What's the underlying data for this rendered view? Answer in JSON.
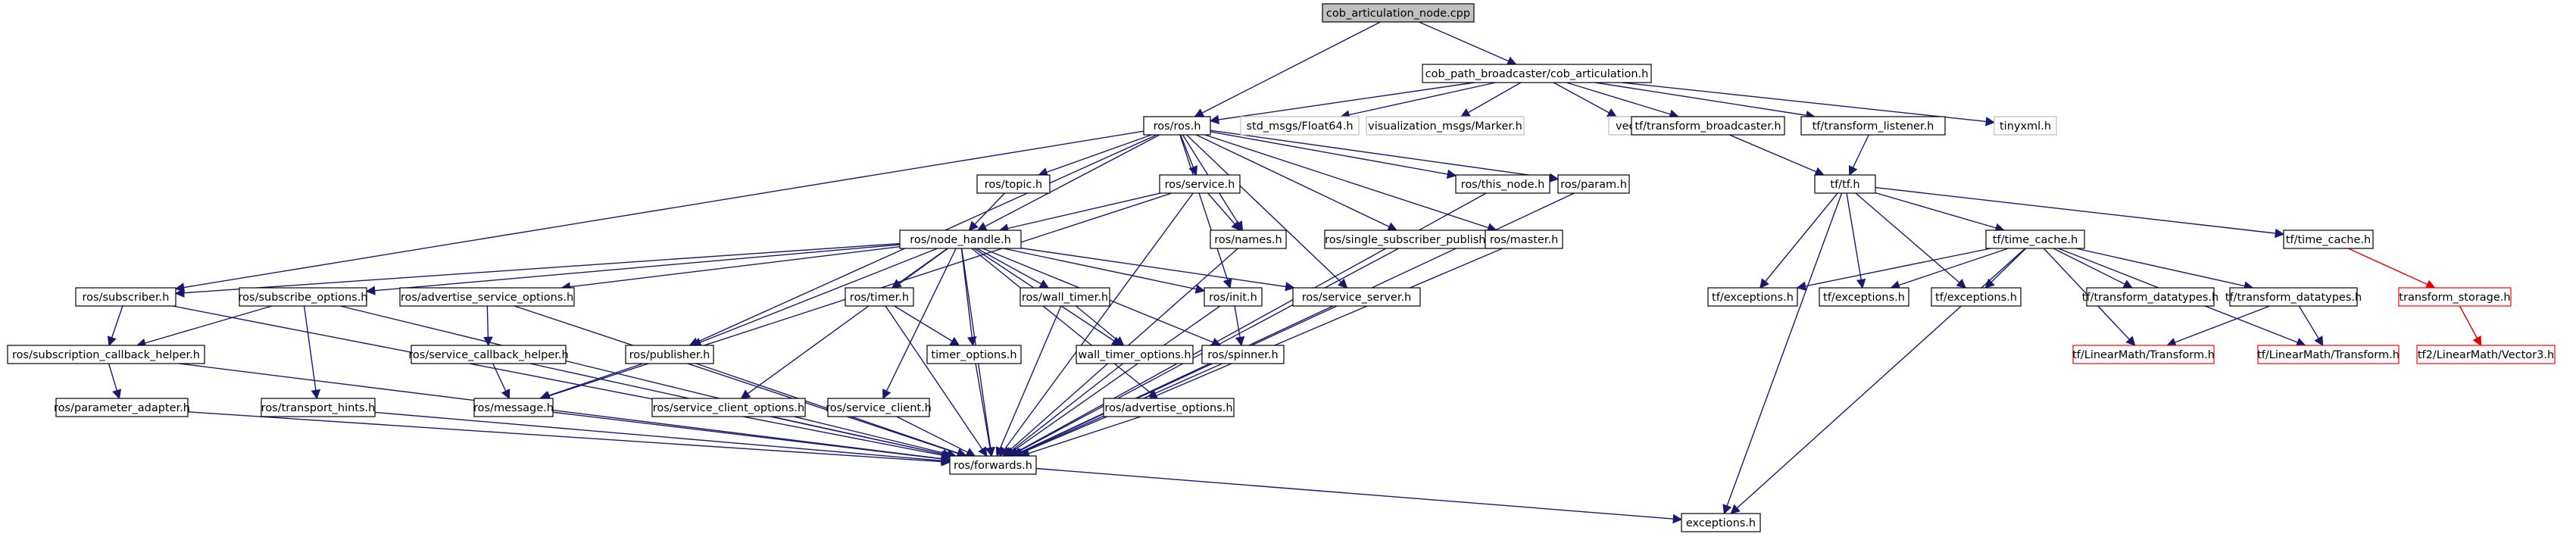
{
  "colors": {
    "edge": "#191970",
    "edge_red": "#e00000",
    "border": "#000000",
    "border_gray": "#bfbfbf",
    "border_red": "#ff0000",
    "text": "#000000",
    "root_fill": "#bfbfbf"
  },
  "nodes": [
    {
      "id": "root",
      "label": "cob_articulation_node.cpp",
      "style": "root"
    },
    {
      "id": "cob_art_h",
      "label": "cob_path_broadcaster/cob_articulation.h",
      "style": "normal"
    },
    {
      "id": "ros_ros",
      "label": "ros/ros.h",
      "style": "normal"
    },
    {
      "id": "float64",
      "label": "std_msgs/Float64.h",
      "style": "gray"
    },
    {
      "id": "marker",
      "label": "visualization_msgs/Marker.h",
      "style": "gray"
    },
    {
      "id": "vector",
      "label": "vector",
      "style": "gray"
    },
    {
      "id": "tf_bcast",
      "label": "tf/transform_broadcaster.h",
      "style": "normal"
    },
    {
      "id": "tf_listen",
      "label": "tf/transform_listener.h",
      "style": "normal"
    },
    {
      "id": "tinyxml",
      "label": "tinyxml.h",
      "style": "gray"
    },
    {
      "id": "ros_topic",
      "label": "ros/topic.h",
      "style": "normal"
    },
    {
      "id": "ros_service",
      "label": "ros/service.h",
      "style": "normal"
    },
    {
      "id": "ros_this_node",
      "label": "ros/this_node.h",
      "style": "normal"
    },
    {
      "id": "ros_param",
      "label": "ros/param.h",
      "style": "normal"
    },
    {
      "id": "tf_tf",
      "label": "tf/tf.h",
      "style": "normal"
    },
    {
      "id": "ros_node_handle",
      "label": "ros/node_handle.h",
      "style": "normal"
    },
    {
      "id": "ros_names",
      "label": "ros/names.h",
      "style": "normal"
    },
    {
      "id": "ros_ssp",
      "label": "ros/single_subscriber_publisher.h",
      "style": "normal"
    },
    {
      "id": "ros_master",
      "label": "ros/master.h",
      "style": "normal"
    },
    {
      "id": "tf_time_cache",
      "label": "tf/time_cache.h",
      "style": "normal"
    },
    {
      "id": "time_cache_h",
      "label": "tf/time_cache.h",
      "style": "normal"
    },
    {
      "id": "ros_subscriber",
      "label": "ros/subscriber.h",
      "style": "normal"
    },
    {
      "id": "ros_sub_opts",
      "label": "ros/subscribe_options.h",
      "style": "normal"
    },
    {
      "id": "ros_adv_srv_opts",
      "label": "ros/advertise_service_options.h",
      "style": "normal"
    },
    {
      "id": "ros_timer",
      "label": "ros/timer.h",
      "style": "normal"
    },
    {
      "id": "ros_wall_timer",
      "label": "ros/wall_timer.h",
      "style": "normal"
    },
    {
      "id": "ros_init",
      "label": "ros/init.h",
      "style": "normal"
    },
    {
      "id": "ros_srv_server",
      "label": "ros/service_server.h",
      "style": "normal"
    },
    {
      "id": "tf_exc1",
      "label": "tf/exceptions.h",
      "style": "normal"
    },
    {
      "id": "tf_exc2",
      "label": "tf/exceptions.h",
      "style": "normal"
    },
    {
      "id": "tf_exc3",
      "label": "tf/exceptions.h",
      "style": "normal"
    },
    {
      "id": "tf_tdt1",
      "label": "tf/transform_datatypes.h",
      "style": "normal"
    },
    {
      "id": "tf_tdt2",
      "label": "tf/transform_datatypes.h",
      "style": "normal"
    },
    {
      "id": "transform_storage",
      "label": "transform_storage.h",
      "style": "red"
    },
    {
      "id": "ros_sub_cb_helper",
      "label": "ros/subscription_callback_helper.h",
      "style": "normal"
    },
    {
      "id": "ros_transport_hints",
      "label": "ros/transport_hints.h",
      "style": "normal"
    },
    {
      "id": "ros_srv_cb_helper",
      "label": "ros/service_callback_helper.h",
      "style": "normal"
    },
    {
      "id": "ros_publisher",
      "label": "ros/publisher.h",
      "style": "normal"
    },
    {
      "id": "timer_options",
      "label": "timer_options.h",
      "style": "normal"
    },
    {
      "id": "wall_timer_options",
      "label": "wall_timer_options.h",
      "style": "normal"
    },
    {
      "id": "ros_spinner",
      "label": "ros/spinner.h",
      "style": "normal"
    },
    {
      "id": "lm_transform1",
      "label": "tf/LinearMath/Transform.h",
      "style": "red"
    },
    {
      "id": "lm_transform2",
      "label": "tf/LinearMath/Transform.h",
      "style": "red"
    },
    {
      "id": "tf2_vector3",
      "label": "tf2/LinearMath/Vector3.h",
      "style": "red"
    },
    {
      "id": "ros_param_adapter",
      "label": "ros/parameter_adapter.h",
      "style": "normal"
    },
    {
      "id": "ros_message",
      "label": "ros/message.h",
      "style": "normal"
    },
    {
      "id": "ros_srv_client_opts",
      "label": "ros/service_client_options.h",
      "style": "normal"
    },
    {
      "id": "ros_srv_client",
      "label": "ros/service_client.h",
      "style": "normal"
    },
    {
      "id": "ros_adv_opts",
      "label": "ros/advertise_options.h",
      "style": "normal"
    },
    {
      "id": "ros_forwards",
      "label": "ros/forwards.h",
      "style": "normal"
    },
    {
      "id": "exceptions_h",
      "label": "exceptions.h",
      "style": "normal"
    }
  ],
  "edges": [
    [
      "root",
      "cob_art_h"
    ],
    [
      "root",
      "ros_ros"
    ],
    [
      "cob_art_h",
      "ros_ros"
    ],
    [
      "cob_art_h",
      "float64"
    ],
    [
      "cob_art_h",
      "marker"
    ],
    [
      "cob_art_h",
      "vector"
    ],
    [
      "cob_art_h",
      "tf_bcast"
    ],
    [
      "cob_art_h",
      "tf_listen"
    ],
    [
      "cob_art_h",
      "tinyxml"
    ],
    [
      "ros_ros",
      "ros_topic"
    ],
    [
      "ros_ros",
      "ros_service"
    ],
    [
      "ros_ros",
      "ros_this_node"
    ],
    [
      "ros_ros",
      "ros_param"
    ],
    [
      "ros_ros",
      "ros_node_handle"
    ],
    [
      "ros_ros",
      "ros_names"
    ],
    [
      "ros_ros",
      "ros_ssp"
    ],
    [
      "ros_ros",
      "ros_master"
    ],
    [
      "ros_ros",
      "ros_subscriber"
    ],
    [
      "ros_ros",
      "ros_publisher"
    ],
    [
      "ros_ros",
      "ros_init"
    ],
    [
      "ros_ros",
      "ros_srv_server"
    ],
    [
      "tf_bcast",
      "tf_tf"
    ],
    [
      "tf_listen",
      "tf_tf"
    ],
    [
      "ros_topic",
      "ros_node_handle"
    ],
    [
      "ros_service",
      "ros_node_handle"
    ],
    [
      "ros_service",
      "ros_names"
    ],
    [
      "ros_service",
      "ros_message"
    ],
    [
      "ros_service",
      "ros_forwards"
    ],
    [
      "ros_this_node",
      "ros_forwards"
    ],
    [
      "ros_param",
      "ros_forwards"
    ],
    [
      "tf_tf",
      "tf_exc1"
    ],
    [
      "tf_tf",
      "tf_exc2"
    ],
    [
      "tf_tf",
      "tf_exc3"
    ],
    [
      "tf_tf",
      "tf_time_cache"
    ],
    [
      "tf_tf",
      "time_cache_h"
    ],
    [
      "tf_tf",
      "exceptions_h"
    ],
    [
      "ros_node_handle",
      "ros_subscriber"
    ],
    [
      "ros_node_handle",
      "ros_sub_opts"
    ],
    [
      "ros_node_handle",
      "ros_adv_srv_opts"
    ],
    [
      "ros_node_handle",
      "ros_timer"
    ],
    [
      "ros_node_handle",
      "ros_wall_timer"
    ],
    [
      "ros_node_handle",
      "ros_init"
    ],
    [
      "ros_node_handle",
      "ros_srv_server"
    ],
    [
      "ros_node_handle",
      "ros_publisher"
    ],
    [
      "ros_node_handle",
      "timer_options"
    ],
    [
      "ros_node_handle",
      "wall_timer_options"
    ],
    [
      "ros_node_handle",
      "ros_spinner"
    ],
    [
      "ros_node_handle",
      "ros_srv_client_opts"
    ],
    [
      "ros_node_handle",
      "ros_srv_client"
    ],
    [
      "ros_node_handle",
      "ros_adv_opts"
    ],
    [
      "ros_node_handle",
      "ros_forwards"
    ],
    [
      "ros_names",
      "ros_forwards"
    ],
    [
      "ros_ssp",
      "ros_forwards"
    ],
    [
      "ros_master",
      "ros_forwards"
    ],
    [
      "tf_time_cache",
      "tf_exc1"
    ],
    [
      "tf_time_cache",
      "tf_exc2"
    ],
    [
      "tf_time_cache",
      "tf_exc3"
    ],
    [
      "tf_time_cache",
      "tf_tdt1"
    ],
    [
      "tf_time_cache",
      "tf_tdt2"
    ],
    [
      "tf_time_cache",
      "lm_transform1"
    ],
    [
      "tf_time_cache",
      "lm_transform2"
    ],
    [
      "tf_time_cache",
      "exceptions_h"
    ],
    [
      "time_cache_h",
      "transform_storage"
    ],
    [
      "ros_subscriber",
      "ros_sub_cb_helper"
    ],
    [
      "ros_subscriber",
      "ros_forwards"
    ],
    [
      "ros_sub_opts",
      "ros_sub_cb_helper"
    ],
    [
      "ros_sub_opts",
      "ros_transport_hints"
    ],
    [
      "ros_sub_opts",
      "ros_forwards"
    ],
    [
      "ros_adv_srv_opts",
      "ros_srv_cb_helper"
    ],
    [
      "ros_adv_srv_opts",
      "ros_forwards"
    ],
    [
      "ros_timer",
      "timer_options"
    ],
    [
      "ros_timer",
      "ros_forwards"
    ],
    [
      "ros_wall_timer",
      "wall_timer_options"
    ],
    [
      "ros_wall_timer",
      "ros_forwards"
    ],
    [
      "ros_init",
      "ros_spinner"
    ],
    [
      "ros_init",
      "ros_forwards"
    ],
    [
      "ros_srv_server",
      "ros_forwards"
    ],
    [
      "tf_tdt2",
      "lm_transform1"
    ],
    [
      "tf_tdt2",
      "lm_transform2"
    ],
    [
      "transform_storage",
      "tf2_vector3"
    ],
    [
      "ros_sub_cb_helper",
      "ros_param_adapter"
    ],
    [
      "ros_sub_cb_helper",
      "ros_forwards"
    ],
    [
      "ros_transport_hints",
      "ros_forwards"
    ],
    [
      "ros_srv_cb_helper",
      "ros_message"
    ],
    [
      "ros_srv_cb_helper",
      "ros_forwards"
    ],
    [
      "ros_publisher",
      "ros_message"
    ],
    [
      "ros_publisher",
      "ros_forwards"
    ],
    [
      "timer_options",
      "ros_forwards"
    ],
    [
      "wall_timer_options",
      "ros_forwards"
    ],
    [
      "ros_spinner",
      "ros_forwards"
    ],
    [
      "ros_param_adapter",
      "ros_forwards"
    ],
    [
      "ros_message",
      "ros_forwards"
    ],
    [
      "ros_srv_client_opts",
      "ros_forwards"
    ],
    [
      "ros_srv_client",
      "ros_forwards"
    ],
    [
      "ros_adv_opts",
      "ros_forwards"
    ],
    [
      "ros_forwards",
      "exceptions_h"
    ]
  ]
}
